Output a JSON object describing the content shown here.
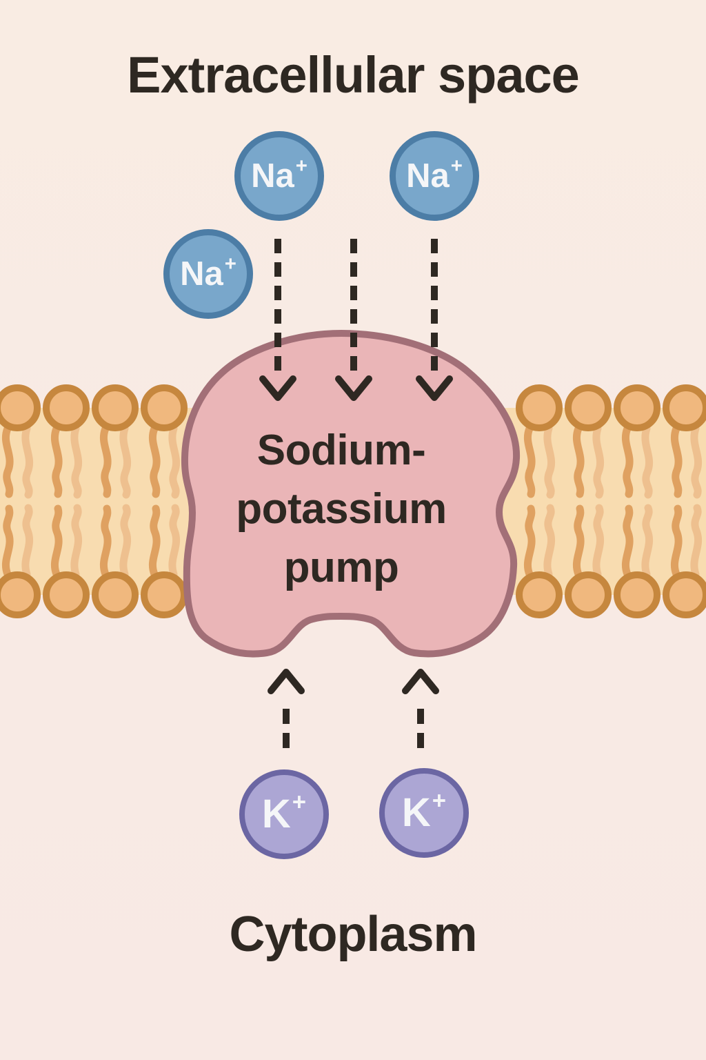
{
  "diagram": {
    "title_top": "Extracellular space",
    "title_bottom": "Cytoplasm",
    "pump_label": "Sodium-\npotassium\npump"
  },
  "ions": {
    "sodium": {
      "symbol": "Na",
      "charge": "+",
      "count": 3
    },
    "potassium": {
      "symbol": "K",
      "charge": "+",
      "count": 2
    }
  },
  "arrows": {
    "sodium": {
      "count": 3,
      "direction": "down-into-pump"
    },
    "potassium": {
      "count": 2,
      "direction": "up-into-pump"
    }
  },
  "colors": {
    "bg-top": "#f9ece3",
    "bg-mid": "#f8eae4",
    "bg-bottom": "#f8e9e4",
    "ink": "#2e2822",
    "band": "#f8dcb0",
    "head-fill": "#f0b87e",
    "head-stroke": "#c6873e",
    "tail-dark": "#dfa161",
    "tail-light": "#eec08f",
    "pump-fill": "#eab5b7",
    "pump-stroke": "#a26f77",
    "na-fill": "#79a7cb",
    "na-stroke": "#4c7da6",
    "k-fill": "#aca6d4",
    "k-stroke": "#6b66a3",
    "ion-text": "#f5f6f8"
  }
}
